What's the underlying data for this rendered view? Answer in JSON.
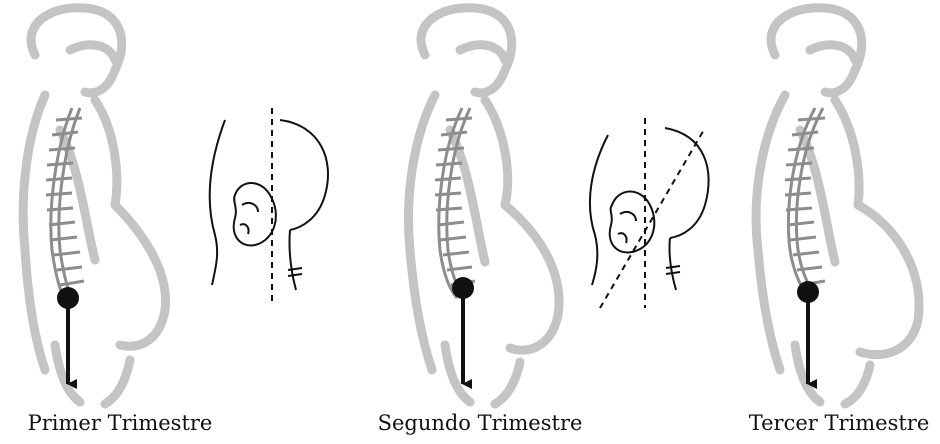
{
  "captions": {
    "first": "Primer Trimestre",
    "second": "Segundo Trimestre",
    "third": "Tercer Trimestre"
  },
  "colors": {
    "silhouette": "#c4c4c4",
    "spine": "#8d8d8d",
    "ink": "#111111"
  }
}
